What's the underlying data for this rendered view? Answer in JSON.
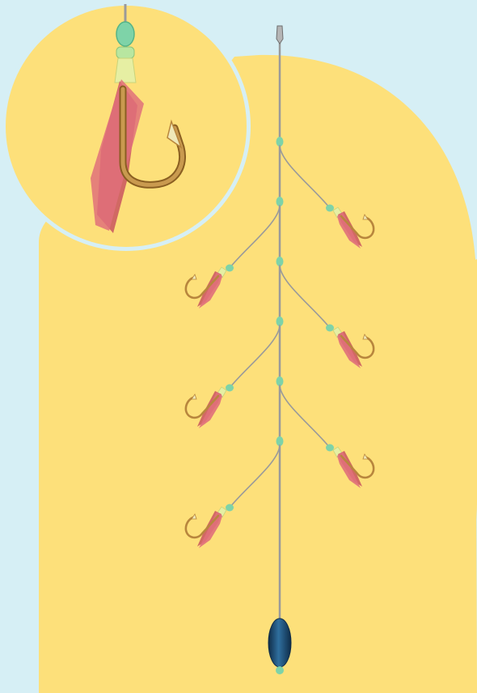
{
  "colors": {
    "background": "#d6eff5",
    "panel": "#fde07a",
    "mainline": "#9a9a9a",
    "bead": "#7ed3a8",
    "flasher": "#e0707a",
    "flasher_dark": "#c9545f",
    "collar": "#e6efa3",
    "hook": "#b8863d",
    "hook_dark": "#8a5f22",
    "sinker": "#1f4f78",
    "sinker_dark": "#0f2c48",
    "swivel": "#b5b5b5"
  },
  "rig": {
    "type": "sabiki-rig",
    "top_component": "swivel-icon",
    "bottom_component": "sinker-icon",
    "branch_count": 6,
    "branch_sides": [
      "right",
      "left",
      "right",
      "left",
      "right",
      "left"
    ],
    "lure": "feathered-hook-icon"
  },
  "detail_inset": {
    "subject": "feathered-hook-icon",
    "shows": [
      "bead",
      "collar",
      "flasher",
      "hook"
    ]
  }
}
